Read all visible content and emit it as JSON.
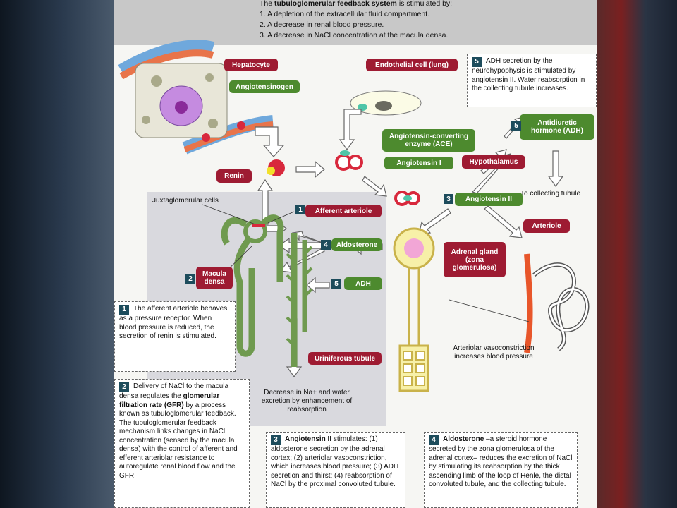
{
  "header": {
    "line1_prefix": "The ",
    "line1_bold": "tubuloglomerular feedback system",
    "line1_suffix": " is stimulated by:",
    "items": [
      "1. A depletion of the extracellular fluid compartment.",
      "2. A decrease in renal blood pressure.",
      "3. A decrease in NaCl concentration at the macula densa."
    ]
  },
  "labels": {
    "hepatocyte": "Hepatocyte",
    "angiotensinogen": "Angiotensinogen",
    "endothelial": "Endothelial cell (lung)",
    "ace": "Angiotensin-converting enzyme (ACE)",
    "angiotensin1": "Angiotensin I",
    "renin": "Renin",
    "hypothalamus": "Hypothalamus",
    "adh_full": "Antidiuretic hormone (ADH)",
    "to_collecting": "To collecting tubule",
    "angiotensin2": "Angiotensin II",
    "juxtaglomerular": "Juxtaglomerular cells",
    "afferent": "Afferent arteriole",
    "aldosterone": "Aldosterone",
    "adh": "ADH",
    "macula": "Macula densa",
    "arteriole": "Arteriole",
    "adrenal": "Adrenal gland (zona glomerulosa)",
    "uriniferous": "Uriniferous tubule",
    "decrease_na": "Decrease in Na+ and water excretion by enhancement of reabsorption",
    "vasoconstriction": "Arteriolar vasoconstriction increases blood pressure"
  },
  "numbers": {
    "n1": "1",
    "n2": "2",
    "n3": "3",
    "n4": "4",
    "n5": "5"
  },
  "boxes": {
    "box5": "ADH secretion by the neurohypophysis is stimulated by angiotensin II. Water reabsorption in the collecting tubule increases.",
    "box1": "The afferent arteriole behaves as a pressure receptor. When blood pressure is reduced, the secretion of renin is stimulated.",
    "box2_a": "Delivery of NaCl to the macula densa regulates the ",
    "box2_bold": "glomerular filtration rate (GFR)",
    "box2_b": " by a process known as tubuloglomerular feedback. The tubuloglomerular feedback mechanism links changes in NaCl concentration (sensed by the macula densa) with the control of afferent and efferent arteriolar resistance to autoregulate renal blood flow and the GFR.",
    "box3_bold": "Angiotensin II",
    "box3_text": " stimulates: (1) aldosterone secretion by the adrenal cortex; (2) arteriolar vasoconstriction, which increases blood pressure; (3) ADH secretion and thirst; (4) reabsorption of NaCl by the proximal convoluted tubule.",
    "box4_bold": "Aldosterone",
    "box4_text": " –a steroid hormone secreted by the zona glomerulosa of the adrenal cortex– reduces the excretion of NaCl by stimulating its reabsorption by the thick ascending limb of the loop of Henle, the distal convoluted tubule, and the collecting tubule."
  },
  "colors": {
    "label_red": "#9e1b32",
    "label_green": "#4d8a2e",
    "number_tag": "#1d4c5c"
  }
}
